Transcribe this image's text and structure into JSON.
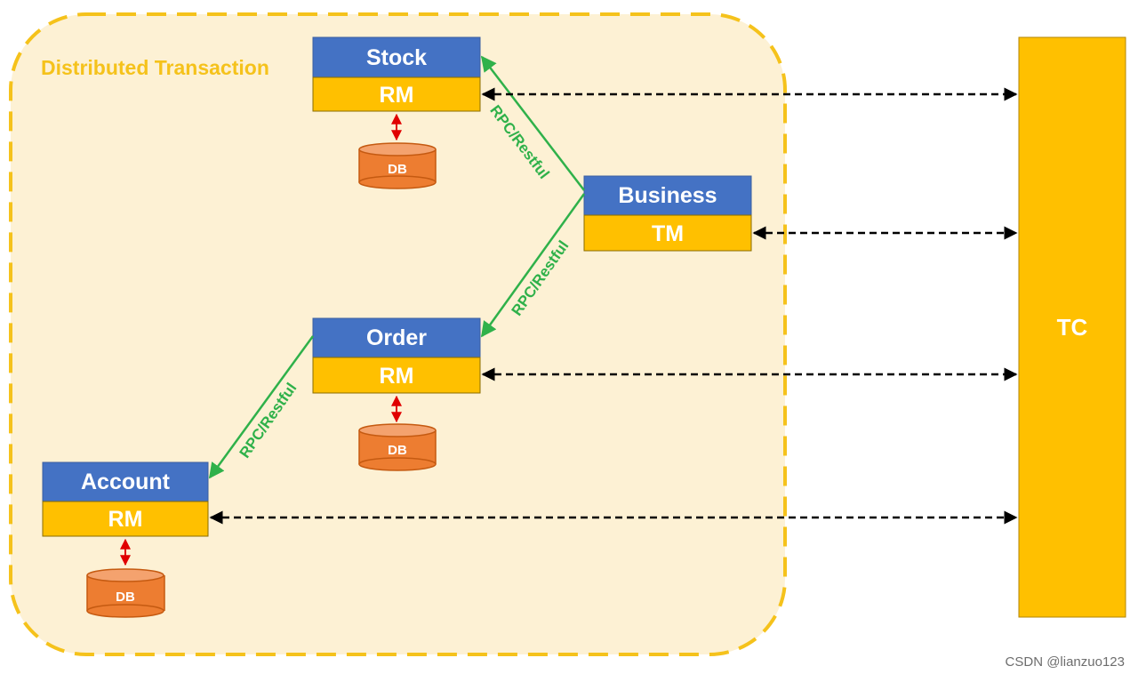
{
  "region": {
    "label": "Distributed Transaction"
  },
  "services": {
    "stock": {
      "name": "Stock",
      "role": "RM",
      "db": "DB"
    },
    "business": {
      "name": "Business",
      "role": "TM"
    },
    "order": {
      "name": "Order",
      "role": "RM",
      "db": "DB"
    },
    "account": {
      "name": "Account",
      "role": "RM",
      "db": "DB"
    }
  },
  "links": {
    "business_to_stock": "RPC/Restful",
    "business_to_order": "RPC/Restful",
    "order_to_account": "RPC/Restful"
  },
  "coordinator": {
    "label": "TC"
  },
  "watermark": "CSDN @lianzuo123",
  "colors": {
    "region_fill": "#fdf1d4",
    "region_border": "#f5c21b",
    "service_header": "#4472c4",
    "service_role": "#ffc000",
    "db_fill": "#ed7d31",
    "rpc_arrow": "#2fb14a",
    "db_arrow": "#e00000",
    "tc_fill": "#ffc000",
    "dashed_link": "#000000"
  }
}
